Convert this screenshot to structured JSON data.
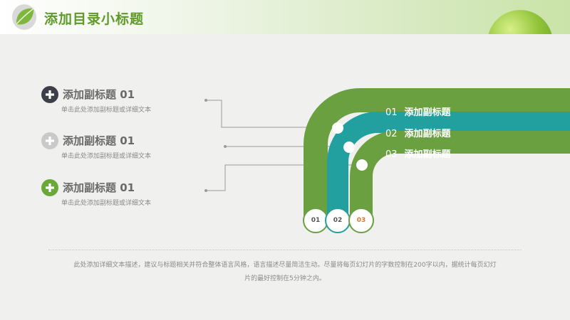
{
  "header": {
    "title": "添加目录小标题"
  },
  "items": [
    {
      "title": "添加副标题 01",
      "desc": "单击此处添加副标题或详细文本",
      "icon": "plus-icon",
      "color": "#3c3f48"
    },
    {
      "title": "添加副标题 01",
      "desc": "单击此处添加副标题或详细文本",
      "icon": "plus-icon",
      "color": "#c9c9c9"
    },
    {
      "title": "添加副标题 01",
      "desc": "单击此处添加副标题或详细文本",
      "icon": "plus-icon",
      "color": "#6aa83a"
    }
  ],
  "bands": [
    {
      "num": "01",
      "label": "添加副标题",
      "color": "#6ba041"
    },
    {
      "num": "02",
      "label": "添加副标题",
      "color": "#22a0a0"
    },
    {
      "num": "03",
      "label": "添加副标题",
      "color": "#6ba041"
    }
  ],
  "circles": [
    {
      "text": "01",
      "color": "#6ba041",
      "text_color": "#555555"
    },
    {
      "text": "02",
      "color": "#22a0a0",
      "text_color": "#555555"
    },
    {
      "text": "03",
      "color": "#6ba041",
      "text_color": "#e07a28"
    }
  ],
  "footer": {
    "line1": "此处添加详细文本描述，建议与标题相关并符合整体语言风格，语言描述尽量简洁生动。尽量将每页幻灯片的字数控制在200字以内，据统计每页幻灯",
    "line2": "片的最好控制在5分钟之内。"
  }
}
